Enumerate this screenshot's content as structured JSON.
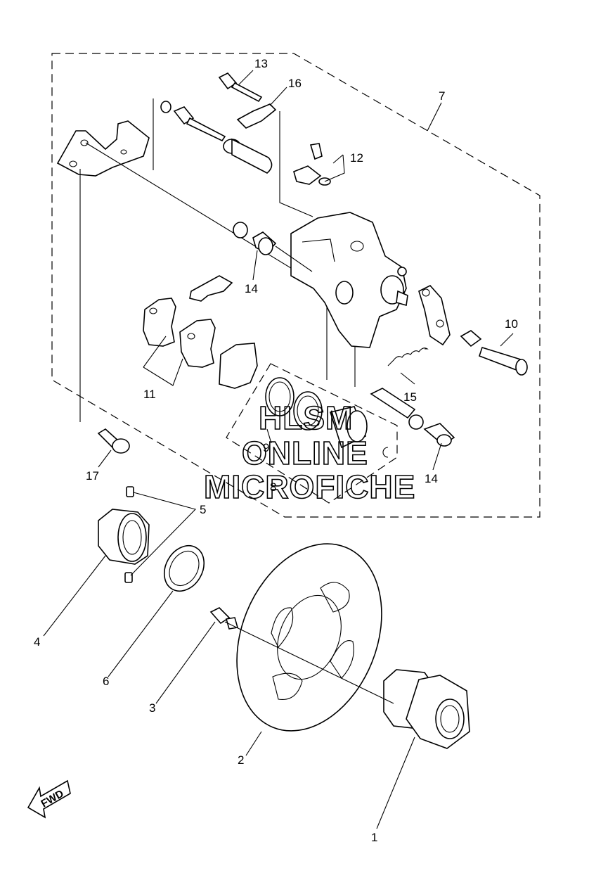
{
  "callouts": [
    "1",
    "2",
    "3",
    "4",
    "5",
    "6",
    "7",
    "8",
    "9",
    "10",
    "11",
    "12",
    "13",
    "14",
    "14",
    "15",
    "16",
    "17"
  ],
  "watermark": {
    "line1": "HLSM",
    "line2": "ONLINE",
    "line3": "MICROFICHE"
  },
  "fwd_label": "FWD"
}
